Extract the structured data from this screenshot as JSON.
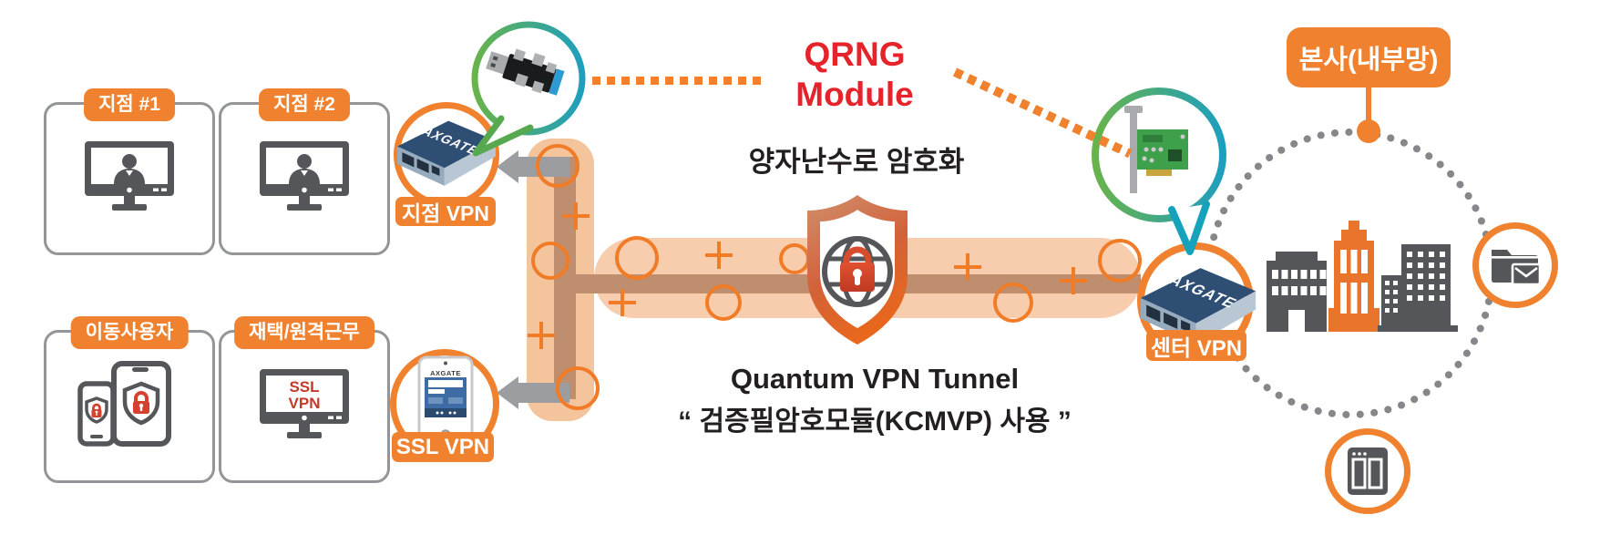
{
  "boxes": {
    "branch1": {
      "label": "지점 #1"
    },
    "branch2": {
      "label": "지점 #2"
    },
    "mobile_users": {
      "label": "이동사용자"
    },
    "remote_work": {
      "label": "재택/원격근무",
      "screen_lines": [
        "SSL",
        "VPN"
      ]
    }
  },
  "vpn_nodes": {
    "branch": {
      "label": "지점 VPN",
      "device_brand": "AXGATE"
    },
    "ssl": {
      "label": "SSL VPN",
      "phone_brand": "AXGATE"
    },
    "center": {
      "label": "센터 VPN",
      "device_brand": "AXGATE"
    }
  },
  "qrng": {
    "line1": "QRNG",
    "line2": "Module",
    "caption": "양자난수로 암호화"
  },
  "tunnel": {
    "title": "Quantum VPN Tunnel",
    "subtitle": "“ 검증필암호모듈(KCMVP) 사용 ”"
  },
  "hq": {
    "label": "본사(내부망)"
  },
  "icons": {
    "branch_user": "monitor-user-icon",
    "mobile_user": "phone-tablet-shield-icon",
    "remote_monitor": "monitor-ssl-icon",
    "branch_vpn_device": "vpn-router-icon",
    "ssl_vpn_device": "smartphone-login-icon",
    "center_vpn_device": "vpn-router-icon",
    "qrng_usb": "usb-qrng-module-icon",
    "qrng_pcie": "pcie-qrng-card-icon",
    "center_shield": "globe-lock-shield-icon",
    "hq_buildings": "city-buildings-icon",
    "hq_fileshare": "folder-mail-icon",
    "hq_app": "app-window-icon"
  },
  "colors": {
    "accent_orange": "#F0812E",
    "symbol_orange": "#F07C28",
    "red_title": "#E5232B",
    "red_screen_text": "#C23B2A",
    "tunnel_peach_vertical": "#F4C59C",
    "tunnel_peach_horizontal": "#F8CDAE",
    "tunnel_brown": "#BF8E6E",
    "icon_dark_gray": "#54565A",
    "arrow_gray": "#9B9DA0",
    "dotted_circle_gray": "#85878A",
    "callout_green": "#68B34B",
    "callout_teal": "#1E9FBE",
    "router_navy": "#2E4E74",
    "pcb_green": "#3FA04C"
  }
}
